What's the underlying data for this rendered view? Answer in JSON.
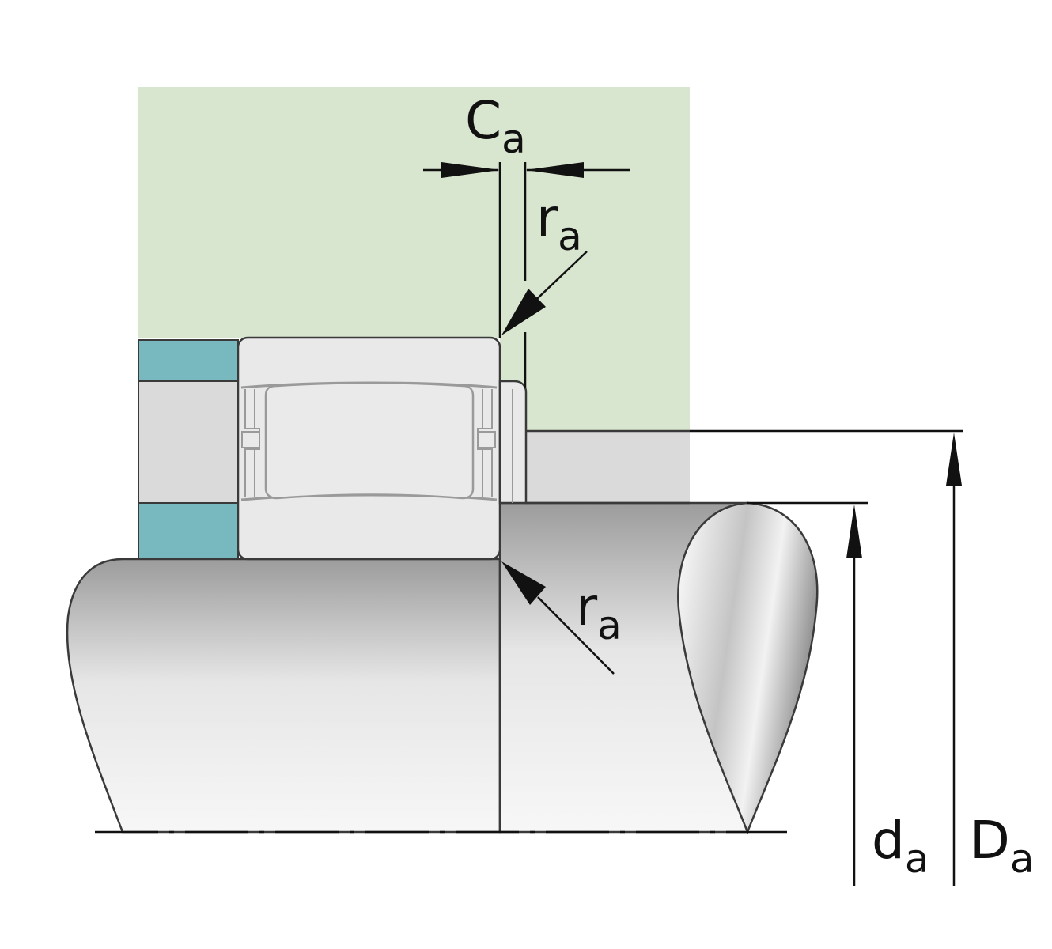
{
  "colors": {
    "housing": "#d9e6cf",
    "seal": "#78b8bf",
    "spacer": "#dadada",
    "roller": "#e9e9e9",
    "outline": "#3a3a3a",
    "dimension": "#111111"
  },
  "labels": {
    "ca": {
      "main": "C",
      "sub": "a"
    },
    "ra_top": {
      "main": "r",
      "sub": "a"
    },
    "ra_bottom": {
      "main": "r",
      "sub": "a"
    },
    "da": {
      "main": "d",
      "sub": "a"
    },
    "Da": {
      "main": "D",
      "sub": "a"
    }
  }
}
